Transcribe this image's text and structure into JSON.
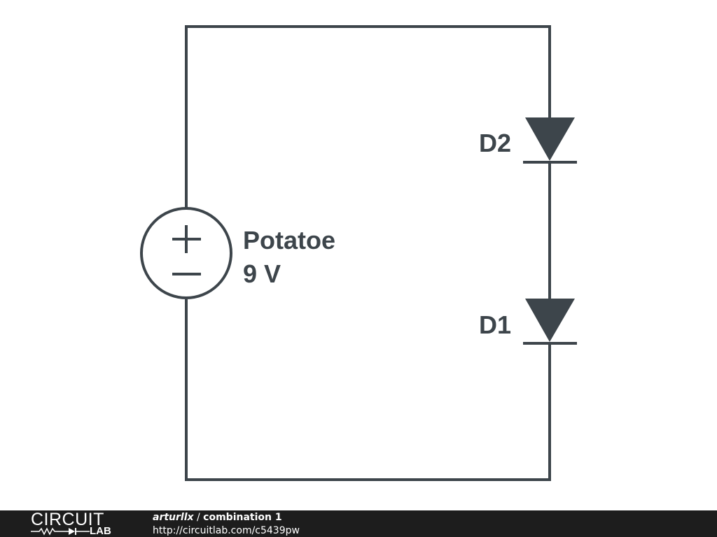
{
  "colors": {
    "wire": "#3d454b",
    "component_fill": "#3d454b",
    "background": "#ffffff",
    "footer_bg": "#1d1d1d",
    "footer_text": "#ffffff"
  },
  "circuit": {
    "source": {
      "name": "Potatoe",
      "value": "9 V",
      "plus_symbol": "+",
      "minus_symbol": "−",
      "icon": "voltage-source-icon"
    },
    "diodes": [
      {
        "name": "D2",
        "icon": "diode-icon"
      },
      {
        "name": "D1",
        "icon": "diode-icon"
      }
    ]
  },
  "footer": {
    "logo_top": "CIRCUIT",
    "logo_bottom": "LAB",
    "author": "arturllx",
    "separator": "/",
    "circuit_title": "combination 1",
    "url": "http://circuitlab.com/c5439pw"
  }
}
